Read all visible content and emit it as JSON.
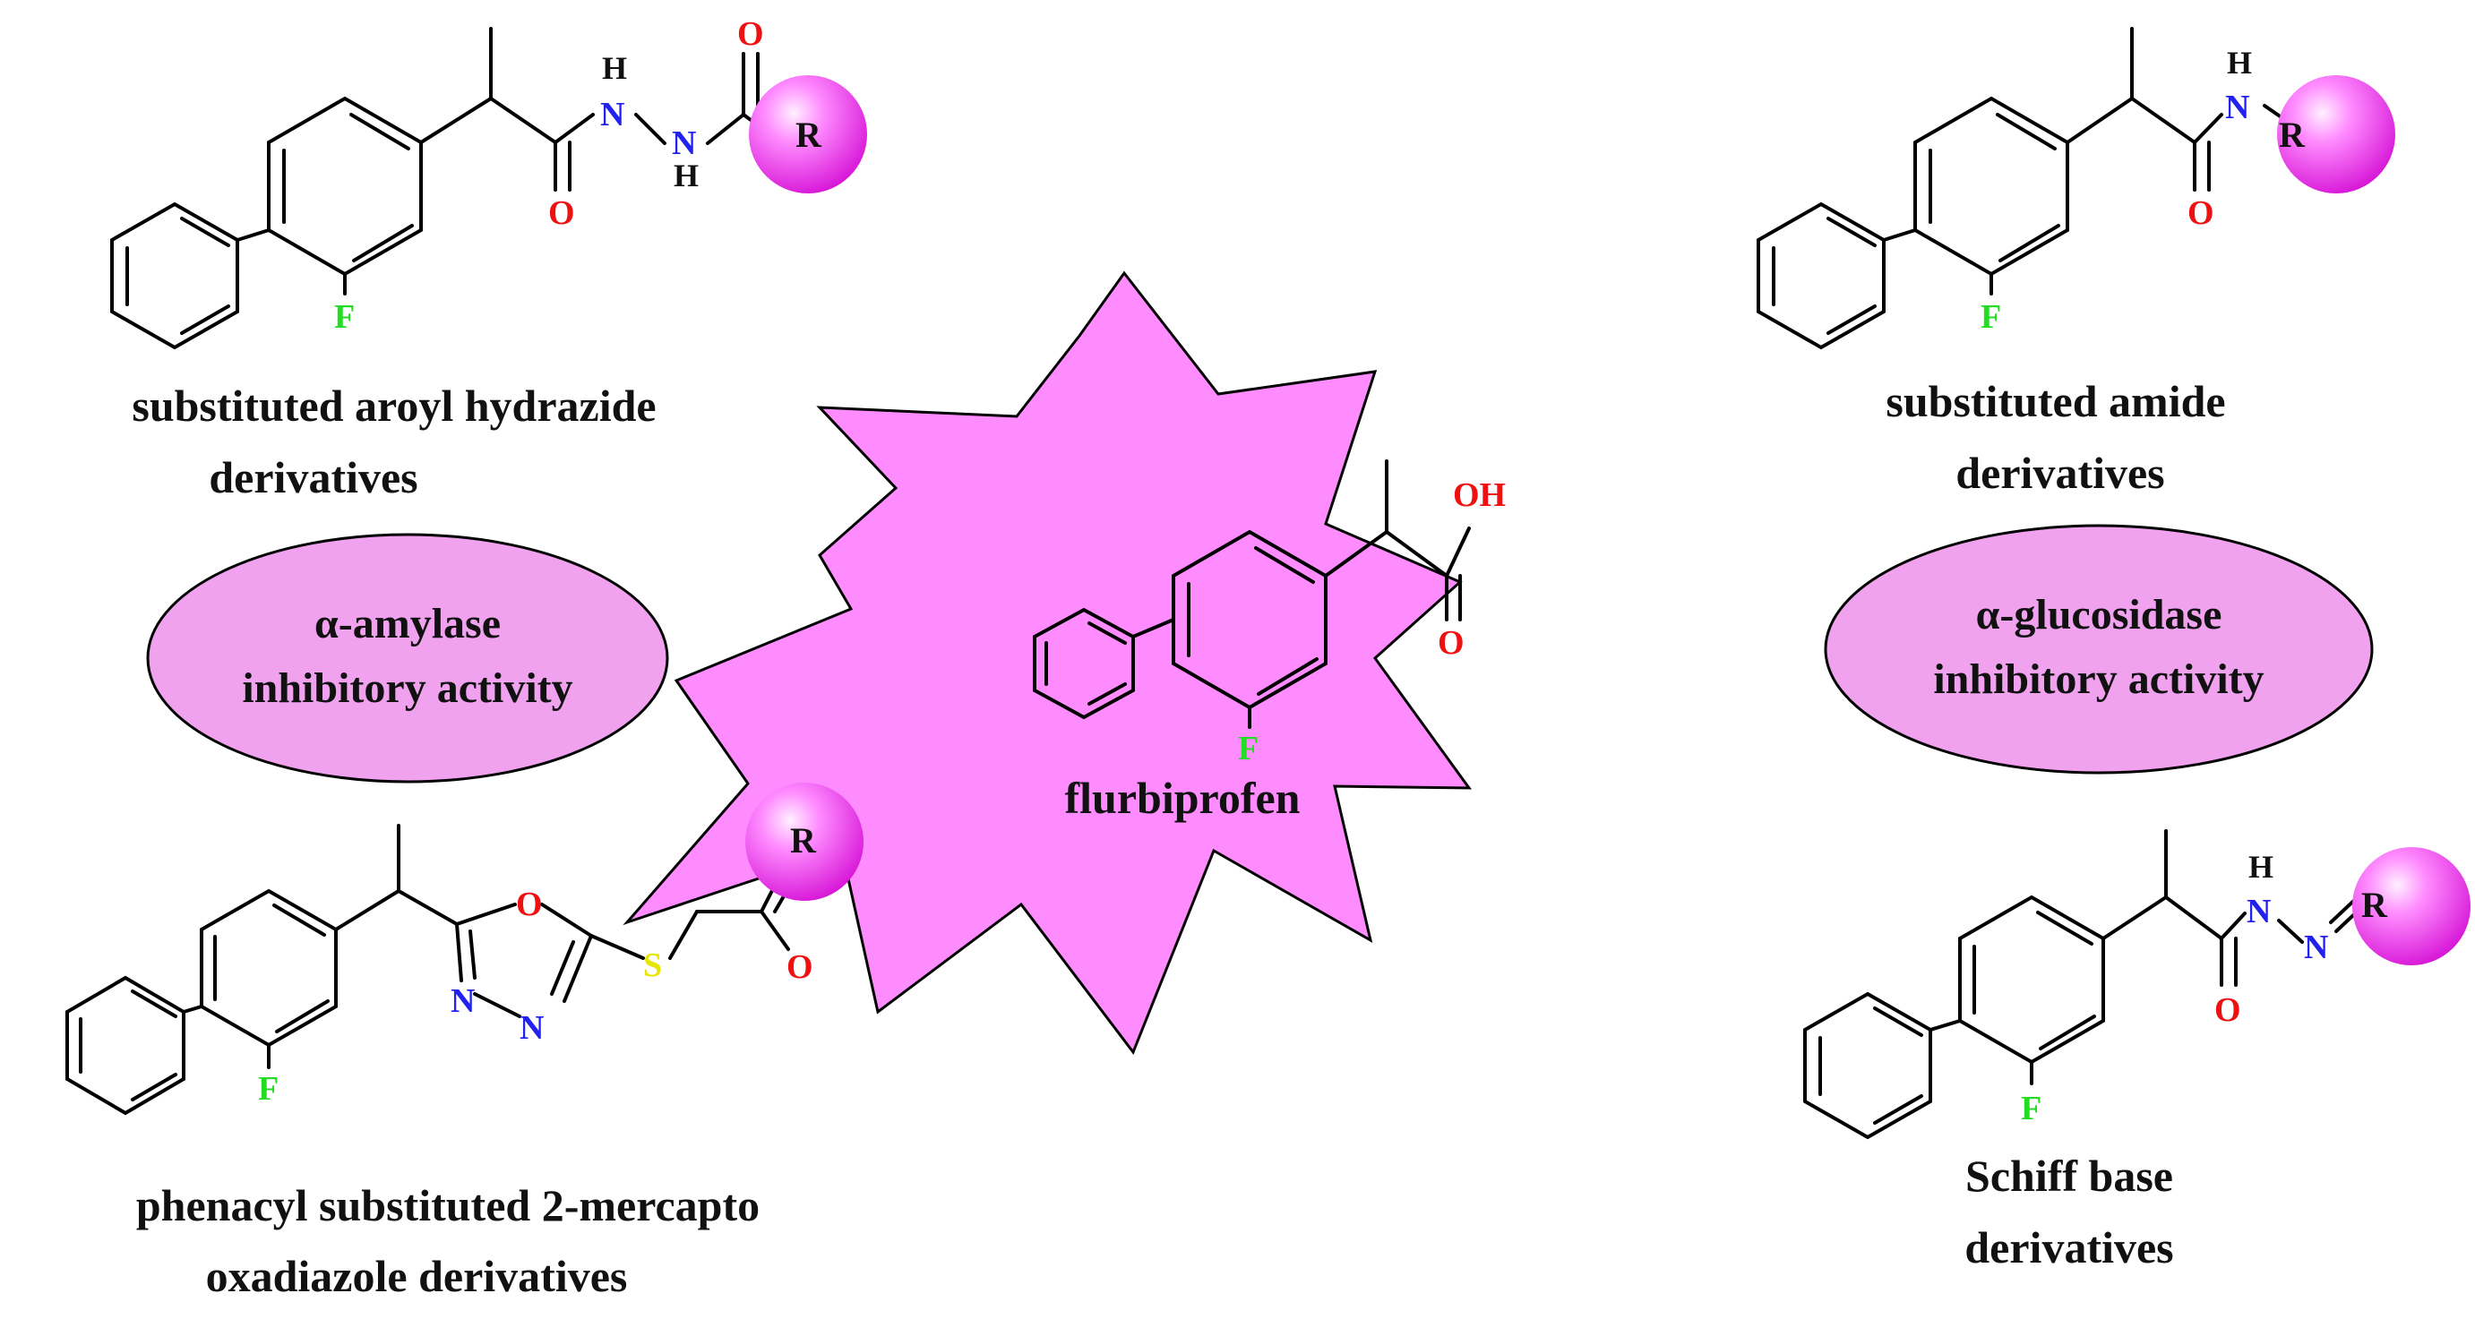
{
  "colors": {
    "pink_fill": "#ff8cff",
    "pink_ellipse": "#f1a2ef",
    "oxygen": "#ee1111",
    "nitrogen": "#2222ee",
    "fluorine": "#22dd22",
    "sulfur": "#e6e600",
    "bond": "#000000"
  },
  "center": {
    "name": "flurbiprofen",
    "oh_label": "OH",
    "o_label": "O",
    "f_label": "F"
  },
  "activities": {
    "left_line1": "α-amylase",
    "left_line2": "inhibitory  activity",
    "right_line1": "α-glucosidase",
    "right_line2": "inhibitory  activity"
  },
  "top_left": {
    "caption_line1": "substituted aroyl  hydrazide",
    "caption_line2": "derivatives",
    "o_label": "O",
    "h_label": "H",
    "n_label": "N",
    "r_label": "R",
    "f_label": "F"
  },
  "top_right": {
    "caption_line1": "substituted amide",
    "caption_line2": "derivatives",
    "o_label": "O",
    "h_label": "H",
    "n_label": "N",
    "r_label": "R",
    "f_label": "F"
  },
  "bottom_left": {
    "caption_line1": "phenacyl substituted 2-mercapto",
    "caption_line2": "oxadiazole  derivatives",
    "o_label": "O",
    "n_label": "N",
    "s_label": "S",
    "r_label": "R",
    "f_label": "F"
  },
  "bottom_right": {
    "caption_line1": "Schiff base",
    "caption_line2": "derivatives",
    "o_label": "O",
    "h_label": "H",
    "n_label": "N",
    "r_label": "R",
    "f_label": "F"
  }
}
